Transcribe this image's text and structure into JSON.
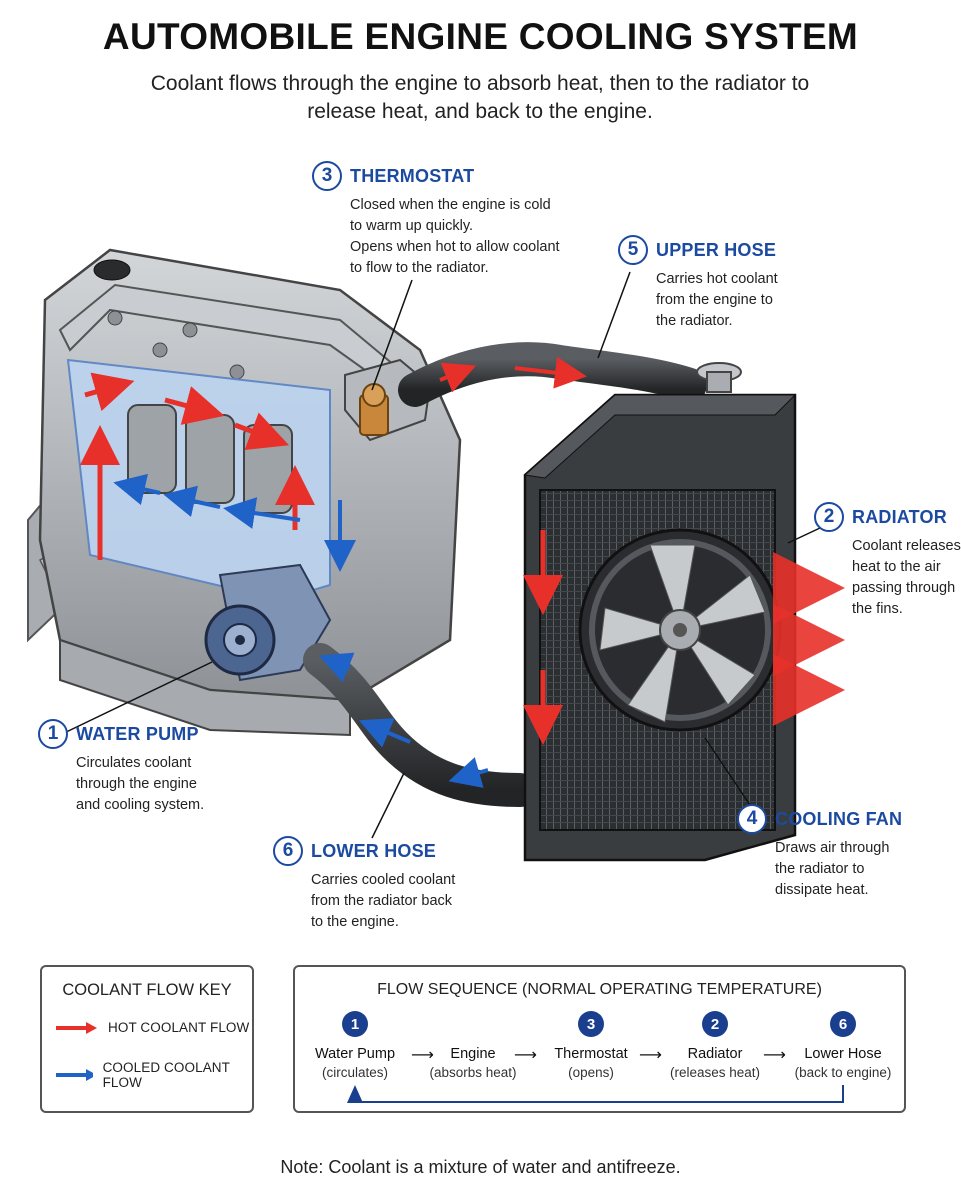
{
  "title": "AUTOMOBILE ENGINE COOLING SYSTEM",
  "subtitle": "Coolant flows through the engine to absorb heat, then to the radiator to release heat, and back to the engine.",
  "colors": {
    "hot": "#e8302a",
    "cool": "#1f63c9",
    "label_blue": "#1b4aa0",
    "engine_metal": "#b9bdc1",
    "radiator": "#3a3d40"
  },
  "callouts": {
    "thermostat": {
      "num": "3",
      "name": "THERMOSTAT",
      "desc": "Closed when the engine is cold\nto warm up quickly.\nOpens when hot to allow coolant\nto flow to the radiator."
    },
    "upper_hose": {
      "num": "5",
      "name": "UPPER HOSE",
      "desc": "Carries hot coolant\nfrom the engine to\nthe radiator."
    },
    "radiator": {
      "num": "2",
      "name": "RADIATOR",
      "desc": "Coolant releases\nheat to the air\npassing through\nthe fins."
    },
    "water_pump": {
      "num": "1",
      "name": "WATER PUMP",
      "desc": "Circulates coolant\nthrough the engine\nand cooling system."
    },
    "lower_hose": {
      "num": "6",
      "name": "LOWER HOSE",
      "desc": "Carries cooled coolant\nfrom the radiator back\nto the engine."
    },
    "cooling_fan": {
      "num": "4",
      "name": "COOLING FAN",
      "desc": "Draws air through\nthe radiator to\ndissipate heat."
    }
  },
  "key": {
    "title": "COOLANT FLOW KEY",
    "hot_label": "HOT COOLANT FLOW",
    "cool_label": "COOLED COOLANT FLOW"
  },
  "sequence": {
    "title": "FLOW SEQUENCE (NORMAL OPERATING TEMPERATURE)",
    "steps": [
      {
        "num": "1",
        "name": "Water Pump",
        "desc": "(circulates)"
      },
      {
        "num": "",
        "name": "Engine",
        "desc": "(absorbs heat)"
      },
      {
        "num": "3",
        "name": "Thermostat",
        "desc": "(opens)"
      },
      {
        "num": "2",
        "name": "Radiator",
        "desc": "(releases heat)"
      },
      {
        "num": "6",
        "name": "Lower Hose",
        "desc": "(back to engine)"
      }
    ]
  },
  "note": "Note: Coolant is a mixture of water and antifreeze."
}
